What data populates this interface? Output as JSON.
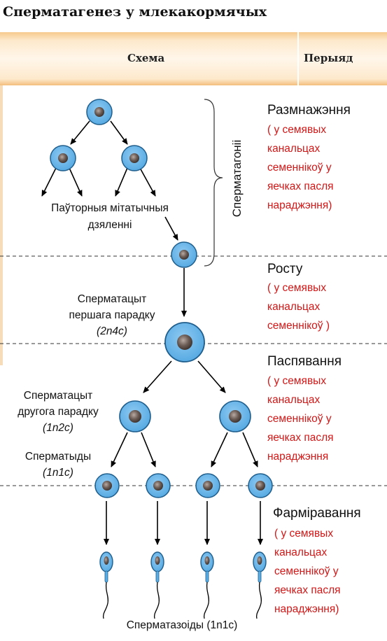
{
  "title": "Сперматагенез у млекакормячых",
  "header": {
    "scheme": "Схема",
    "period": "Перыяд"
  },
  "stages": [
    {
      "name": "Размнажэння",
      "note": "( у семявых\nканальцах\nсеменнікоў у\nяечках пасля\nнараджэння)"
    },
    {
      "name": "Росту",
      "note": "( у семявых\nканальцах\nсеменнікоў )"
    },
    {
      "name": "Паспявання",
      "note": "( у семявых\nканальцах\nсеменнікоў у\nяечках пасля\nнараджэння"
    },
    {
      "name": "Фарміравання",
      "note": "( у семявых\nканальцах\nсеменнікоў у\nяечках пасля\nнараджэння)"
    }
  ],
  "labels": {
    "spermatogonia": "Сперматагоніі",
    "mitotic_1": "Паўторныя мітатычныя",
    "mitotic_2": "дзяленні",
    "primary_1": "Сперматацыт",
    "primary_2": "першага парадку",
    "primary_3": "(2n4c)",
    "secondary_1": "Сперматацыт",
    "secondary_2": "другога парадку",
    "secondary_3": "(1n2c)",
    "spermatids_1": "Сперматыды",
    "spermatids_2": "(1n1c)",
    "spermatozoa": "Сперматазоіды (1n1c)"
  },
  "colors": {
    "cell_fill": "#5aaee6",
    "cell_stroke": "#1f5e8c",
    "nucleus": "#6b5b55",
    "note_text": "#d21616",
    "header_band": "#fde9cc"
  }
}
